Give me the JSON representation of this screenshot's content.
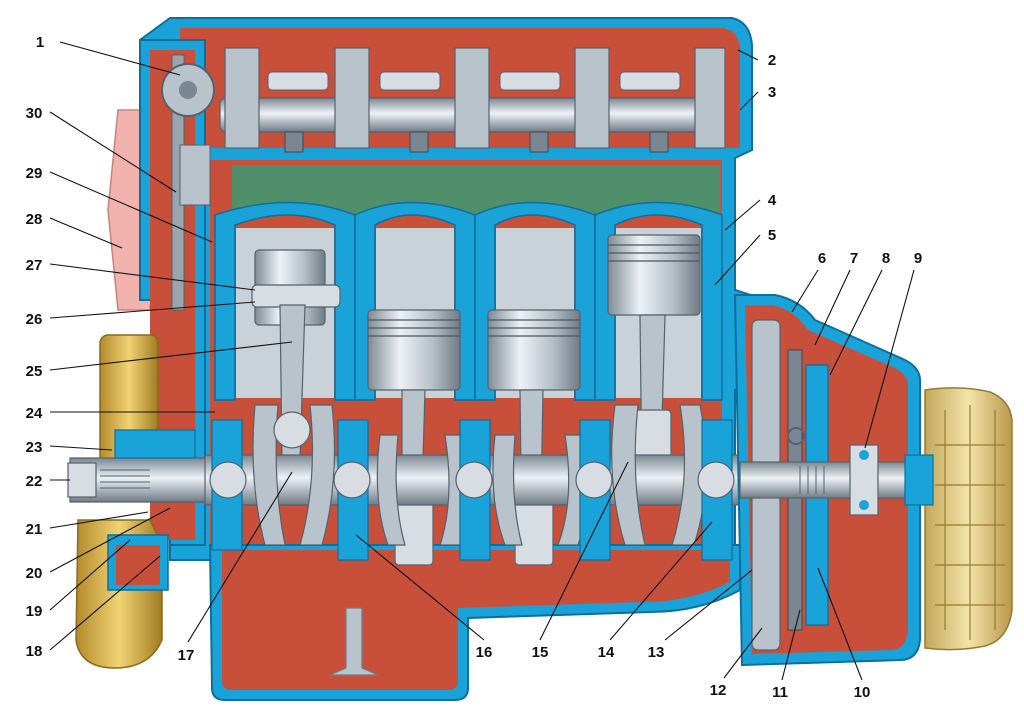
{
  "colors": {
    "block": "#c8503a",
    "block_dark": "#9e3a28",
    "coolant": "#1aa3d9",
    "coolant_dark": "#0c6f9c",
    "metal": "#b9c3cc",
    "metal_light": "#e4e9ee",
    "metal_dark": "#7a8792",
    "chamber": "#4f8f6a",
    "flywheel": "#e9d48e",
    "flywheel_dark": "#c2a85a",
    "pulley": "#e2c05c",
    "filter": "#f2b3ae"
  },
  "icons": {
    "engine": "engine-cutaway-illustration"
  },
  "callouts": {
    "labels": [
      "1",
      "2",
      "3",
      "4",
      "5",
      "6",
      "7",
      "8",
      "9",
      "10",
      "11",
      "12",
      "13",
      "14",
      "15",
      "16",
      "17",
      "18",
      "19",
      "20",
      "21",
      "22",
      "23",
      "24",
      "25",
      "26",
      "27",
      "28",
      "29",
      "30"
    ]
  }
}
